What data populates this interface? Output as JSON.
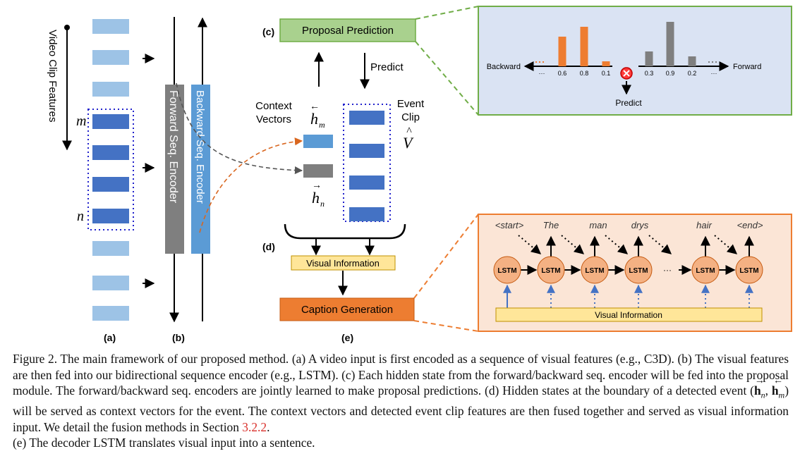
{
  "panel_a": {
    "axis_label": "Video Clip Features",
    "m_label": "m",
    "n_label": "n",
    "tag": "(a)"
  },
  "panel_b": {
    "forward_label": "Forward Seq. Encoder",
    "backward_label": "Backward Seq. Encoder",
    "tag": "(b)"
  },
  "panel_c": {
    "proposal_label": "Proposal Prediction",
    "tag": "(c)",
    "predict_label": "Predict",
    "context_vectors_line1": "Context",
    "context_vectors_line2": "Vectors",
    "hm_base": "h",
    "hm_sub": "m",
    "hn_base": "h",
    "hn_sub": "n",
    "event_clip_line1": "Event",
    "event_clip_line2": "Clip",
    "vhat": "V"
  },
  "panel_d": {
    "tag": "(d)",
    "visual_info_label": "Visual Information"
  },
  "panel_e": {
    "caption_gen_label": "Caption Generation",
    "tag": "(e)"
  },
  "inset_proposal": {
    "backward_label": "Backward",
    "forward_label": "Forward",
    "backward_ticks": [
      "···",
      "0.6",
      "0.8",
      "0.1"
    ],
    "forward_ticks": [
      "0.3",
      "0.9",
      "0.2",
      "···"
    ],
    "predict_label": "Predict",
    "backward_bar_color": "#ee7d31",
    "forward_bar_color": "#7f7f7f",
    "backward_values": [
      0.6,
      0.8,
      0.1
    ],
    "forward_values": [
      0.3,
      0.9,
      0.2
    ]
  },
  "inset_decoder": {
    "words": [
      "<start>",
      "The",
      "man",
      "drys",
      "hair",
      "<end>"
    ],
    "lstm_label": "LSTM",
    "ellipsis": "···",
    "visual_info_label": "Visual Information"
  },
  "caption": {
    "line1": "Figure 2. The main framework of our proposed method. (a) A video input is first encoded as a sequence of visual features (e.g., C3D). (b) The visual features are then fed into our bidirectional sequence encoder (e.g., LSTM). (c) Each hidden state from the forward/backward seq. encoder will be fed into the proposal module. The forward/backward seq. encoders are jointly learned to make proposal predictions.",
    "line2_a": "(d) Hidden states at the boundary of a detected event (",
    "hn_bold": "h",
    "hn_sub": "n",
    "comma": ", ",
    "hm_bold": "h",
    "hm_sub": "m",
    "line2_b": ") will be served as context vectors for the event. The context vectors and detected event clip features are then fused together and served as visual information input. We detail the fusion methods in Section ",
    "section_ref": "3.2.2",
    "line2_c": ".",
    "line3": "(e) The decoder LSTM translates visual input into a sentence."
  }
}
